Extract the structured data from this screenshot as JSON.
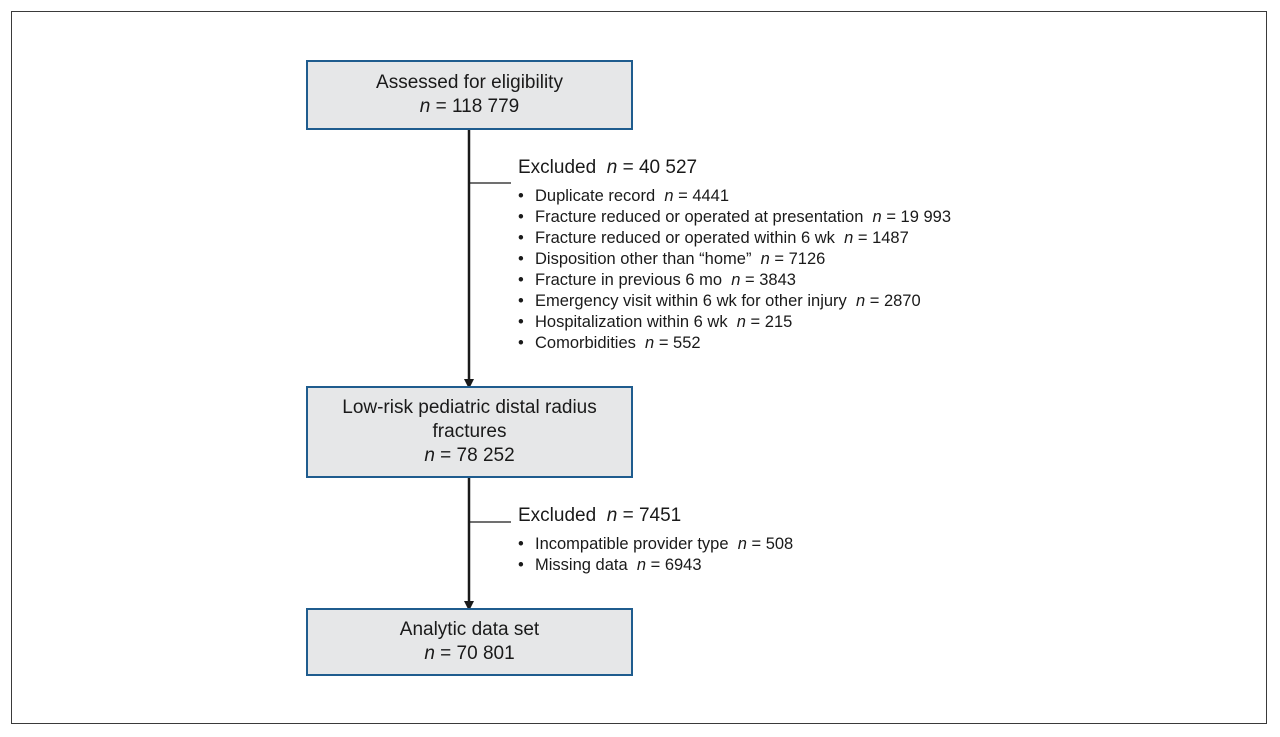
{
  "boxes": {
    "assessed": {
      "label": "Assessed for eligibility",
      "n": "118 779"
    },
    "lowrisk": {
      "label_line1": "Low-risk pediatric distal radius",
      "label_line2": "fractures",
      "n": "78 252"
    },
    "analytic": {
      "label": "Analytic data set",
      "n": "70 801"
    }
  },
  "n_symbol": "n",
  "excluded1": {
    "title": "Excluded",
    "n": "40 527",
    "items": [
      {
        "label": "Duplicate record",
        "n": "4441"
      },
      {
        "label": "Fracture reduced or operated at presentation",
        "n": "19 993"
      },
      {
        "label": "Fracture reduced or operated within 6 wk",
        "n": "1487"
      },
      {
        "label": "Disposition other than “home”",
        "n": "7126"
      },
      {
        "label": "Fracture in previous 6 mo",
        "n": "3843"
      },
      {
        "label": "Emergency visit within 6 wk for other injury",
        "n": "2870"
      },
      {
        "label": "Hospitalization within 6 wk",
        "n": "215"
      },
      {
        "label": "Comorbidities",
        "n": "552"
      }
    ]
  },
  "excluded2": {
    "title": "Excluded",
    "n": "7451",
    "items": [
      {
        "label": "Incompatible provider type",
        "n": "508"
      },
      {
        "label": "Missing data",
        "n": "6943"
      }
    ]
  },
  "colors": {
    "box_fill": "#e6e7e8",
    "box_border": "#1f5c8e",
    "line": "#1a1a1a"
  }
}
